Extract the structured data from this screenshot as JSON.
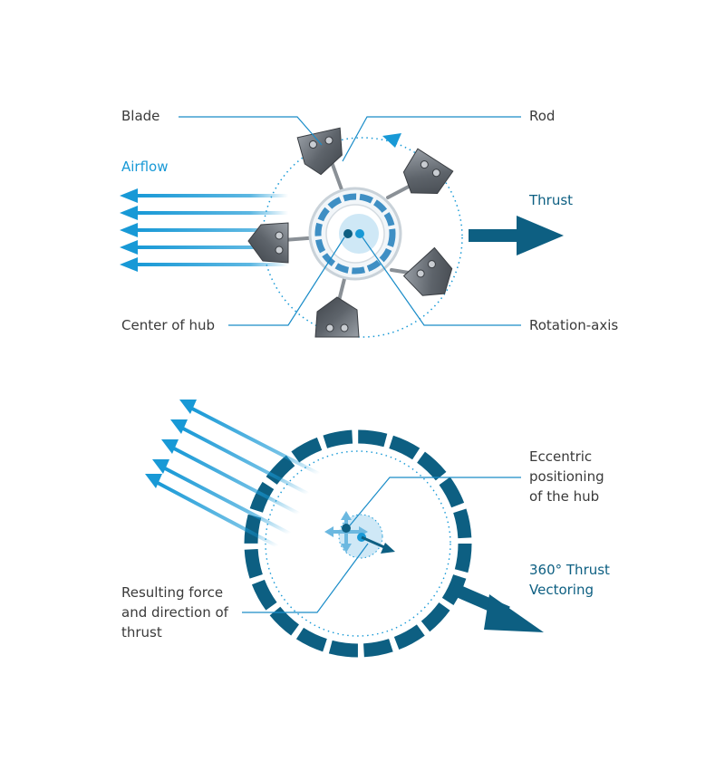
{
  "colors": {
    "light_blue": "#1899d6",
    "dark_blue": "#0d5f82",
    "leader_line": "#1a8cc8",
    "hub_fill": "#cfe8f6",
    "blade_gray": "#6f747b",
    "label_gray": "#3a3a3a"
  },
  "top_diagram": {
    "blade_label": "Blade",
    "rod_label": "Rod",
    "airflow_label": "Airflow",
    "thrust_label": "Thrust",
    "center_of_hub_label": "Center of hub",
    "rotation_axis_label": "Rotation-axis"
  },
  "bottom_diagram": {
    "eccentric_label": [
      "Eccentric",
      "positioning",
      "of the hub"
    ],
    "thrust_vectoring_label": [
      "360° Thrust",
      "Vectoring"
    ],
    "resulting_force_label": [
      "Resulting force",
      "and direction of",
      "thrust"
    ]
  }
}
